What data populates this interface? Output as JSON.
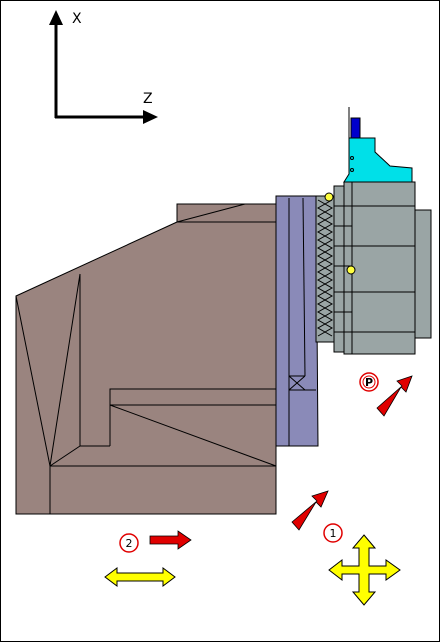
{
  "axes": {
    "x_label": "X",
    "z_label": "Z"
  },
  "badges": {
    "p_label": "P",
    "one_label": "1",
    "two_label": "2"
  },
  "colors": {
    "housing": "#9a847f",
    "flange": "#8a8ab8",
    "chuck": "#9aa5a5",
    "tool_holder": "#00e0e8",
    "tool_tip": "#0000cc",
    "arrow_red": "#e00000",
    "arrow_yellow": "#ffff00",
    "point_yellow": "#ffff40"
  },
  "icons": [
    "x-axis-arrow-icon",
    "z-axis-arrow-icon",
    "red-arrow-icon",
    "yellow-double-arrow-icon",
    "yellow-cross-arrow-icon"
  ]
}
